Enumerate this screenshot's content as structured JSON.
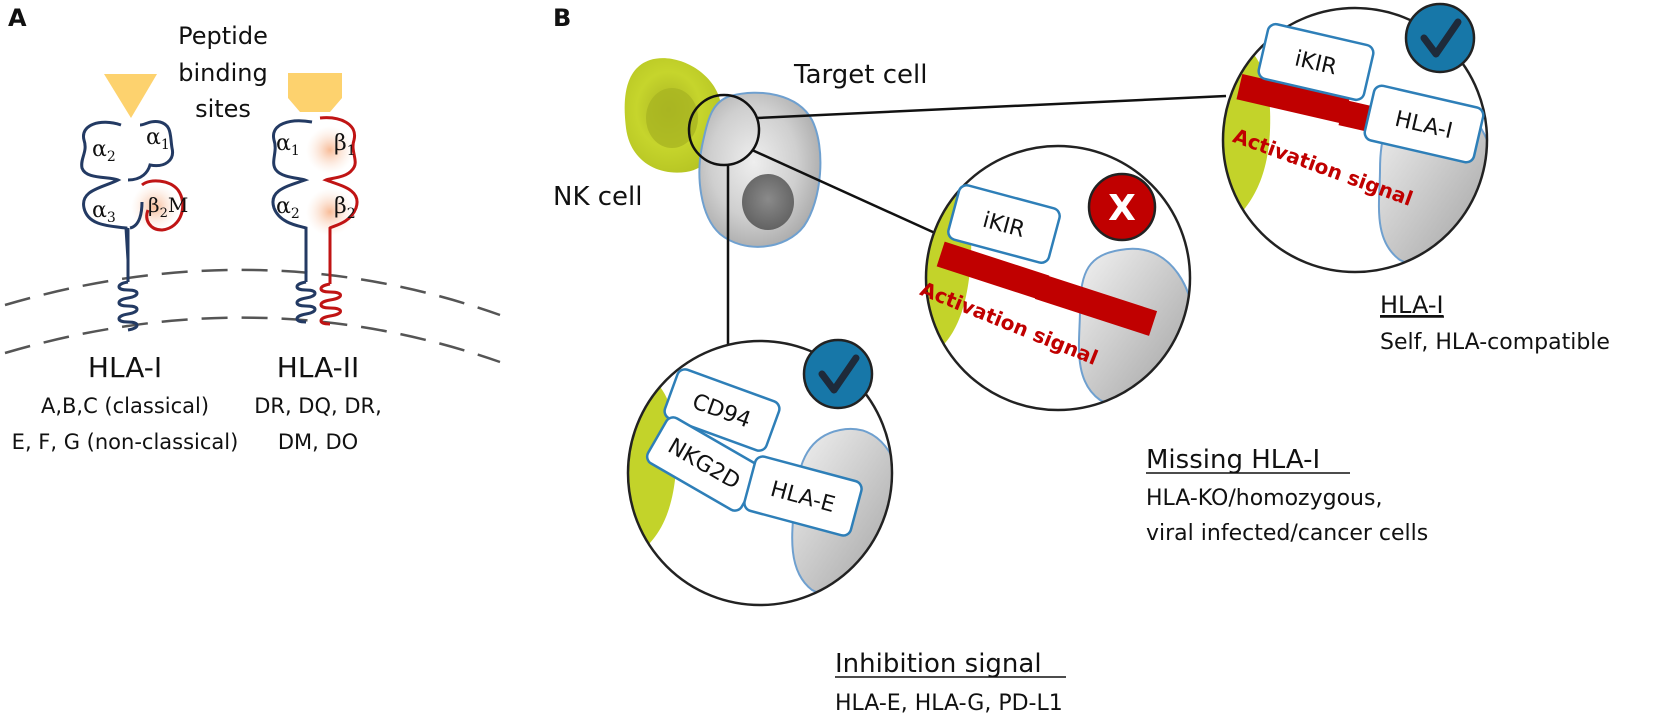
{
  "panel_a": {
    "letter": "A",
    "peptide_label": [
      "Peptide",
      "binding",
      "sites"
    ],
    "hla1": {
      "title": "HLA-I",
      "alpha2": "α",
      "alpha2_sub": "2",
      "alpha1": "α",
      "alpha1_sub": "1",
      "alpha3": "α",
      "alpha3_sub": "3",
      "b2m": "β",
      "b2m_sub": "2",
      "b2m_suffix": "M",
      "line1": "A,B,C (classical)",
      "line2": "E, F, G (non-classical)"
    },
    "hla2": {
      "title": "HLA-II",
      "alpha1": "α",
      "alpha1_sub": "1",
      "beta1": "β",
      "beta1_sub": "1",
      "alpha2": "α",
      "alpha2_sub": "2",
      "beta2": "β",
      "beta2_sub": "2",
      "line1": "DR, DQ, DR,",
      "line2": "DM, DO"
    }
  },
  "panel_b": {
    "letter": "B",
    "target_cell": "Target cell",
    "nk_cell": "NK cell",
    "zoom_top": {
      "receptor": "iKIR",
      "ligand": "HLA-I",
      "activation": "Activation signal",
      "badge": "check",
      "caption_title": "HLA-I",
      "caption_line": "Self, HLA-compatible"
    },
    "zoom_mid": {
      "receptor": "iKIR",
      "activation": "Activation signal",
      "badge": "X",
      "caption_title": "Missing HLA-I",
      "caption_line1": "HLA-KO/homozygous,",
      "caption_line2": "viral infected/cancer cells"
    },
    "zoom_bottom": {
      "receptor1": "CD94",
      "receptor2": "NKG2D",
      "ligand": "HLA-E",
      "badge": "check",
      "caption_title": "Inhibition signal",
      "caption_line": "HLA-E, HLA-G, PD-L1"
    }
  },
  "colors": {
    "peptide_site": "#fdd26e",
    "alpha_chain": "#233a63",
    "beta_chain": "#c01414",
    "nk_green": "#c3d32a",
    "cell_gray": "#c8c8c8",
    "box_border": "#2e7fb8",
    "activation_red": "#c00000",
    "check_blue": "#1777a8",
    "x_red": "#c00000"
  }
}
